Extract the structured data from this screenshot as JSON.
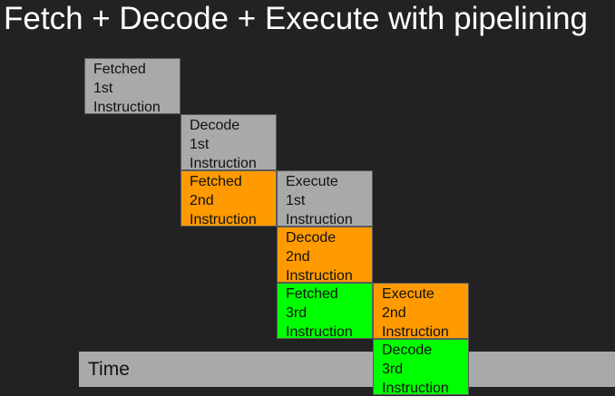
{
  "title": "Fetch + Decode + Execute with pipelining",
  "time_label": "Time",
  "colors": {
    "background": "#222222",
    "first_instruction": "#a9a9a9",
    "second_instruction": "#ff9a00",
    "third_instruction": "#00ff00",
    "time_bar": "#a9a9a9"
  },
  "stages": [
    {
      "lines": [
        "Fetched",
        "1st",
        "Instruction"
      ],
      "color": "#a9a9a9"
    },
    {
      "lines": [
        "Decode",
        "1st",
        "Instruction"
      ],
      "color": "#a9a9a9"
    },
    {
      "lines": [
        "Fetched",
        "2nd",
        "Instruction"
      ],
      "color": "#ff9a00"
    },
    {
      "lines": [
        "Execute",
        "1st",
        "Instruction"
      ],
      "color": "#a9a9a9"
    },
    {
      "lines": [
        "Decode",
        "2nd",
        "Instruction"
      ],
      "color": "#ff9a00"
    },
    {
      "lines": [
        "Fetched",
        "3rd",
        "Instruction"
      ],
      "color": "#00ff00"
    },
    {
      "lines": [
        "Execute",
        "2nd",
        "Instruction"
      ],
      "color": "#ff9a00"
    },
    {
      "lines": [
        "Decode",
        "3rd",
        "Instruction"
      ],
      "color": "#00ff00"
    }
  ]
}
